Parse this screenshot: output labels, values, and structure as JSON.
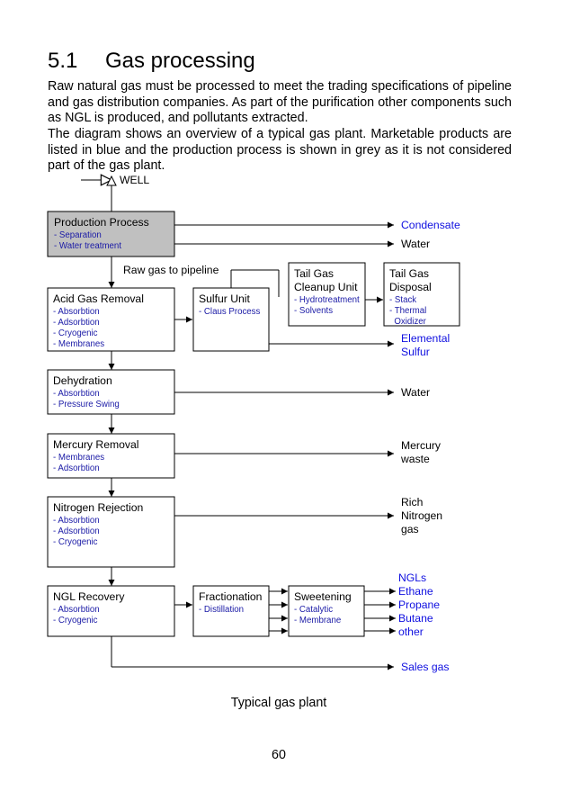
{
  "section": {
    "number": "5.1",
    "title": "Gas processing"
  },
  "paragraphs": [
    "Raw natural gas must be processed to meet the trading specifications of pipeline and gas distribution companies. As part of the purification other components such as NGL is produced, and pollutants extracted.",
    "The diagram shows an overview of a typical gas plant. Marketable products are listed in blue and the production process is shown in grey as it is not considered part of the gas plant."
  ],
  "diagram": {
    "well_label": "WELL",
    "raw_gas_label": "Raw gas to pipeline",
    "boxes": {
      "production": {
        "title": "Production Process",
        "items": [
          "- Separation",
          "- Water treatment"
        ]
      },
      "acid": {
        "title": "Acid Gas Removal",
        "items": [
          "- Absorbtion",
          "- Adsorbtion",
          "- Cryogenic",
          "- Membranes"
        ]
      },
      "sulfur": {
        "title": "Sulfur Unit",
        "items": [
          "- Claus Process"
        ]
      },
      "tailgas": {
        "title": [
          "Tail Gas",
          "Cleanup Unit"
        ],
        "items": [
          "- Hydrotreatment",
          "- Solvents"
        ]
      },
      "disposal": {
        "title": [
          "Tail Gas",
          "Disposal"
        ],
        "items": [
          "- Stack",
          "- Thermal",
          "  Oxidizer"
        ]
      },
      "dehyd": {
        "title": "Dehydration",
        "items": [
          "- Absorbtion",
          "- Pressure Swing"
        ]
      },
      "mercury": {
        "title": "Mercury Removal",
        "items": [
          "- Membranes",
          "- Adsorbtion"
        ]
      },
      "nitrogen": {
        "title": "Nitrogen Rejection",
        "items": [
          "- Absorbtion",
          "- Adsorbtion",
          "- Cryogenic"
        ]
      },
      "ngl": {
        "title": "NGL Recovery",
        "items": [
          "- Absorbtion",
          "- Cryogenic"
        ]
      },
      "fract": {
        "title": "Fractionation",
        "items": [
          "- Distillation"
        ]
      },
      "sweet": {
        "title": "Sweetening",
        "items": [
          "- Catalytic",
          "- Membrane"
        ]
      }
    },
    "outputs": {
      "condensate": "Condensate",
      "water1": "Water",
      "elemental_sulfur": [
        "Elemental",
        "Sulfur"
      ],
      "water2": "Water",
      "mercury_waste": [
        "Mercury",
        "waste"
      ],
      "rich_nitrogen": [
        "Rich",
        "Nitrogen",
        "gas"
      ],
      "ngls": [
        "NGLs",
        "Ethane",
        "Propane",
        "Butane",
        "other"
      ],
      "sales_gas": "Sales gas"
    },
    "colors": {
      "process_fill": "#c0c0c0",
      "product_blue": "#1010e0",
      "item_blue": "#1a1aa6"
    }
  },
  "caption": "Typical gas plant",
  "page_number": "60"
}
